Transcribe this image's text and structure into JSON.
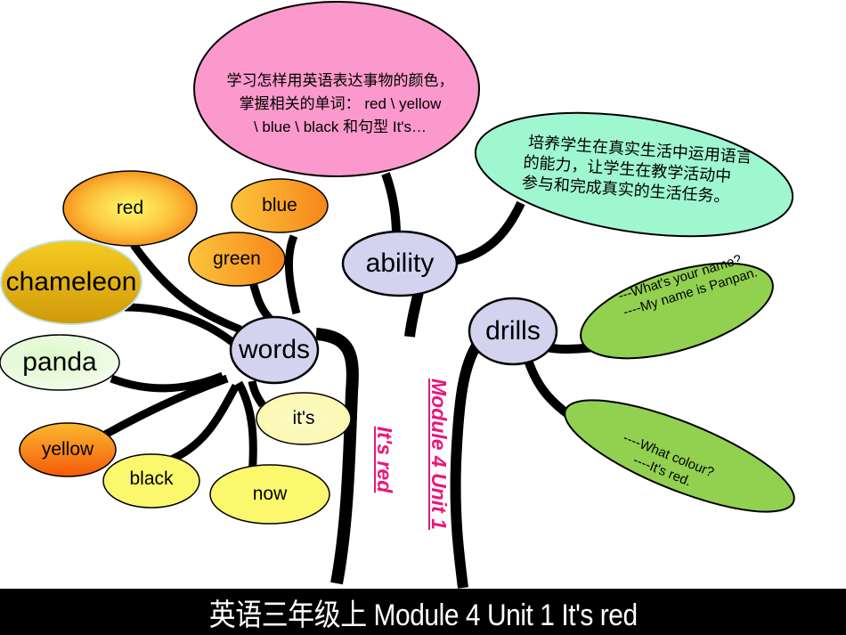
{
  "center": {
    "title": "Module 4 Unit 1",
    "subtitle": "It's red"
  },
  "hubs": {
    "words": "words",
    "ability": "ability",
    "drills": "drills"
  },
  "word_nodes": {
    "red": "red",
    "blue": "blue",
    "green": "green",
    "chameleon": "chameleon",
    "panda": "panda",
    "yellow": "yellow",
    "black": "black",
    "now": "now",
    "its": "it's"
  },
  "ability_goals": {
    "knowledge": [
      "学习怎样用英语表达事物的颜色，",
      "掌握相关的单词： red \\ yellow",
      "\\ blue \\ black 和句型 It's…"
    ],
    "skills": [
      "培养学生在真实生活中运用语言",
      "的能力，让学生在教学活动中",
      "参与和完成真实的生活任务。"
    ]
  },
  "drills": {
    "dialog1": [
      "---What's your name?",
      "----My name is Panpan."
    ],
    "dialog2": [
      "----What colour?",
      "----It's red."
    ]
  },
  "colors": {
    "title_pink": "#e8177a",
    "hub_fill": "#d3d3f0",
    "pink_bubble": "#fb99cc",
    "mint_bubble": "#9ff7cf",
    "green_bubble": "#92d050",
    "footer_bg": "#000000"
  },
  "footer": {
    "text": "英语三年级上 Module 4  Unit 1  It's red"
  }
}
